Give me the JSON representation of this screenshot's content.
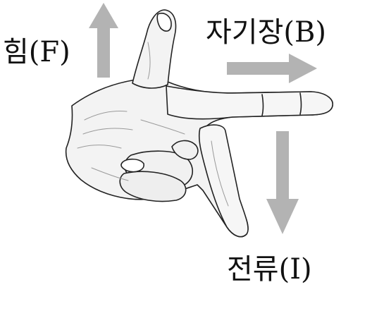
{
  "labels": {
    "force": "힘(F)",
    "magnetic_field": "자기장(B)",
    "current": "전류(I)"
  },
  "colors": {
    "arrow": "#b3b3b3",
    "skin": "#f3f3f3",
    "line": "#222222",
    "shade": "#9a9a9a",
    "background": "#ffffff"
  },
  "icons": {
    "force_arrow": "arrow-up-icon",
    "field_arrow": "arrow-right-icon",
    "current_arrow": "arrow-down-icon",
    "hand": "left-hand-illustration"
  }
}
